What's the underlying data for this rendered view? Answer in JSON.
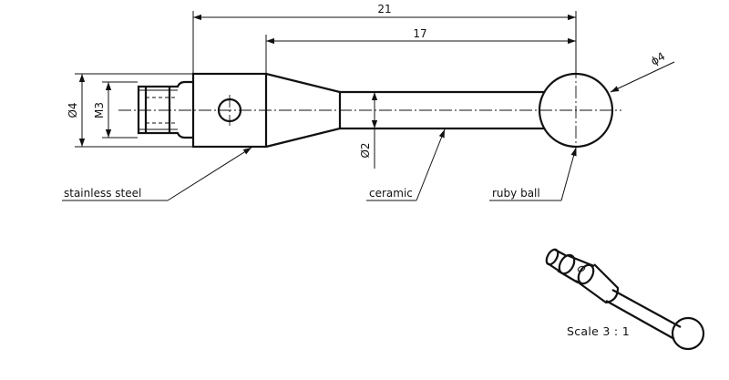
{
  "dimensions": {
    "overall_length": "21",
    "shaft_length": "17",
    "ball_diameter": "ϕ4",
    "body_diameter": "Ø4",
    "thread": "M3",
    "stem_diameter": "Ø2"
  },
  "labels": {
    "body_material": "stainless steel",
    "stem_material": "ceramic",
    "tip_material": "ruby ball"
  },
  "scale_note": "Scale 3 : 1"
}
